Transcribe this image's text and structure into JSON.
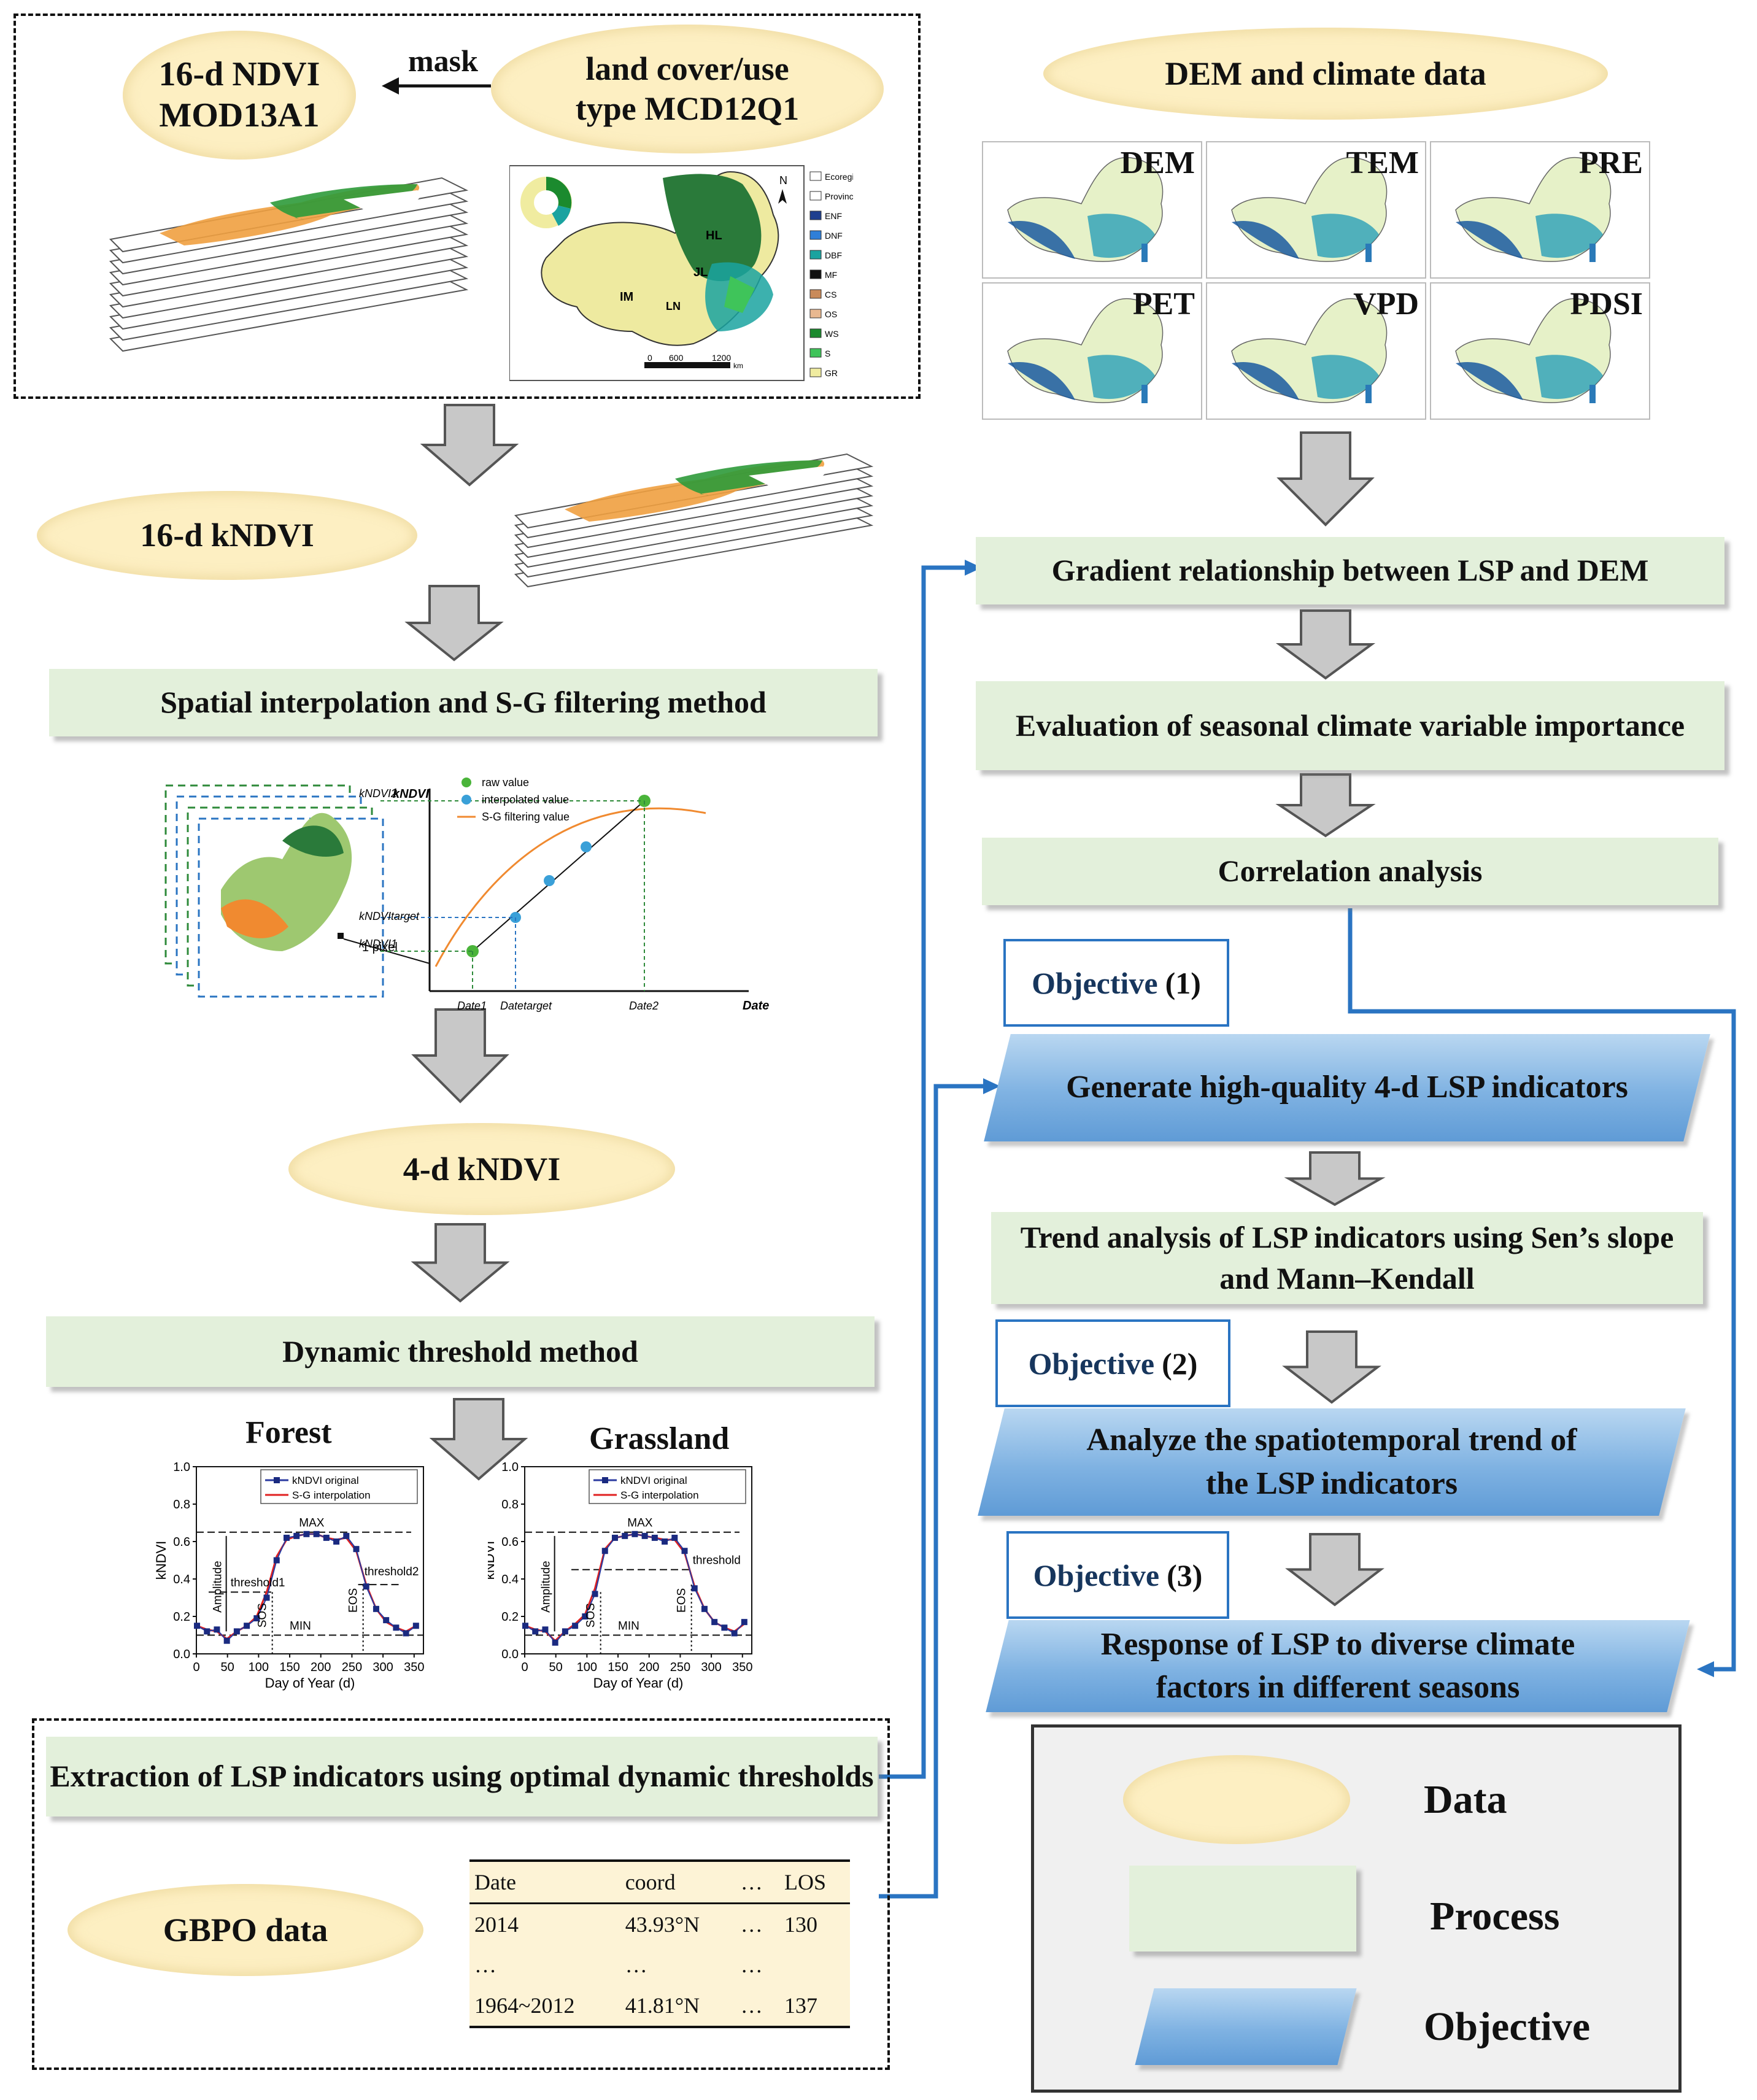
{
  "data_nodes": {
    "ndvi": "16-d NDVI\nMOD13A1",
    "landcover": "land cover/use\ntype MCD12Q1",
    "mask": "mask",
    "dem_climate": "DEM and climate data",
    "kndvi16": "16-d kNDVI",
    "kndvi4": "4-d kNDVI",
    "gbpo": "GBPO data"
  },
  "process_nodes": {
    "interp": "Spatial interpolation and S-G filtering method",
    "dynamic": "Dynamic threshold method",
    "extract": "Extraction of LSP indicators using optimal dynamic thresholds",
    "gradient": "Gradient relationship between LSP and DEM",
    "importance": "Evaluation of seasonal climate variable importance",
    "correlation": "Correlation analysis",
    "trend": "Trend analysis of LSP indicators using Sen’s slope and Mann–Kendall"
  },
  "objective_nodes": {
    "obj1_label": "Objective",
    "obj1_num": "(1)",
    "obj1": "Generate high-quality 4-d LSP indicators",
    "obj2_label": "Objective",
    "obj2_num": "(2)",
    "obj2": "Analyze the spatiotemporal trend of the LSP indicators",
    "obj3_label": "Objective",
    "obj3_num": "(3)",
    "obj3": "Response of LSP to diverse climate factors in different seasons"
  },
  "climate_maps": [
    "DEM",
    "TEM",
    "PRE",
    "PET",
    "VPD",
    "PDSI"
  ],
  "landcover_legend": [
    "Ecoregion",
    "Province",
    "ENF",
    "DNF",
    "DBF",
    "MF",
    "CS",
    "OS",
    "WS",
    "S",
    "GR"
  ],
  "landcover_colors": [
    "#ffffff",
    "#ffffff",
    "#1f3f8f",
    "#2f7fd8",
    "#1aa3a0",
    "#111111",
    "#c98a5a",
    "#e8b890",
    "#1b8a2e",
    "#3fc45a",
    "#f0eca0"
  ],
  "region_labels": [
    "HL",
    "JL",
    "LN",
    "IM"
  ],
  "map_scale": [
    "0",
    "600",
    "1200",
    "km"
  ],
  "sg_diagram": {
    "ylabel": "kNDVI",
    "y_ticks": [
      "kNDVI2",
      "kNDVItarget",
      "kNDVI1"
    ],
    "x_ticks": [
      "Date1",
      "Datetarget",
      "Date2"
    ],
    "xlabel": "Date",
    "pixel_label": "1 pixel",
    "legend": [
      "raw value",
      "interpolated value",
      "S-G filtering value"
    ]
  },
  "phenology_charts": {
    "forest_title": "Forest",
    "grassland_title": "Grassland",
    "ylabel": "kNDVI",
    "xlabel": "Day of Year (d)",
    "legend": [
      "kNDVI original",
      "S-G interpolation"
    ],
    "forest_annotations": [
      "MAX",
      "MIN",
      "SOS",
      "EOS",
      "Amplitude",
      "threshold1",
      "threshold2"
    ],
    "grassland_annotations": [
      "MAX",
      "MIN",
      "SOS",
      "EOS",
      "Amplitude",
      "threshold"
    ],
    "x_tick_labels": [
      "0",
      "50",
      "100",
      "150",
      "200",
      "250",
      "300",
      "350"
    ],
    "y_tick_labels": [
      "0.0",
      "0.2",
      "0.4",
      "0.6",
      "0.8",
      "1.0"
    ]
  },
  "chart_data": [
    {
      "type": "line",
      "title": "Forest",
      "xlabel": "Day of Year (d)",
      "ylabel": "kNDVI",
      "xlim": [
        0,
        365
      ],
      "ylim": [
        0,
        1
      ],
      "series": [
        {
          "name": "kNDVI original",
          "x": [
            1,
            17,
            33,
            49,
            65,
            81,
            97,
            113,
            129,
            145,
            161,
            177,
            193,
            209,
            225,
            241,
            257,
            273,
            289,
            305,
            321,
            337,
            353
          ],
          "values": [
            0.15,
            0.12,
            0.13,
            0.07,
            0.12,
            0.15,
            0.19,
            0.3,
            0.5,
            0.62,
            0.63,
            0.64,
            0.64,
            0.62,
            0.6,
            0.63,
            0.56,
            0.36,
            0.24,
            0.18,
            0.14,
            0.11,
            0.15
          ]
        },
        {
          "name": "S-G interpolation",
          "x": [
            1,
            17,
            33,
            49,
            65,
            81,
            97,
            113,
            129,
            145,
            161,
            177,
            193,
            209,
            225,
            241,
            257,
            273,
            289,
            305,
            321,
            337,
            353
          ],
          "values": [
            0.15,
            0.13,
            0.12,
            0.08,
            0.12,
            0.15,
            0.2,
            0.33,
            0.52,
            0.61,
            0.63,
            0.64,
            0.64,
            0.62,
            0.61,
            0.62,
            0.55,
            0.37,
            0.24,
            0.17,
            0.14,
            0.12,
            0.15
          ]
        }
      ]
    },
    {
      "type": "line",
      "title": "Grassland",
      "xlabel": "Day of Year (d)",
      "ylabel": "kNDVI",
      "xlim": [
        0,
        365
      ],
      "ylim": [
        0,
        1
      ],
      "series": [
        {
          "name": "kNDVI original",
          "x": [
            1,
            17,
            33,
            49,
            65,
            81,
            97,
            113,
            129,
            145,
            161,
            177,
            193,
            209,
            225,
            241,
            257,
            273,
            289,
            305,
            321,
            337,
            353
          ],
          "values": [
            0.15,
            0.12,
            0.13,
            0.06,
            0.12,
            0.15,
            0.2,
            0.32,
            0.55,
            0.62,
            0.63,
            0.64,
            0.63,
            0.62,
            0.6,
            0.62,
            0.55,
            0.35,
            0.24,
            0.17,
            0.14,
            0.11,
            0.17
          ]
        },
        {
          "name": "S-G interpolation",
          "x": [
            1,
            17,
            33,
            49,
            65,
            81,
            97,
            113,
            129,
            145,
            161,
            177,
            193,
            209,
            225,
            241,
            257,
            273,
            289,
            305,
            321,
            337,
            353
          ],
          "values": [
            0.15,
            0.13,
            0.12,
            0.07,
            0.12,
            0.16,
            0.21,
            0.35,
            0.56,
            0.62,
            0.63,
            0.64,
            0.63,
            0.62,
            0.61,
            0.61,
            0.54,
            0.36,
            0.24,
            0.17,
            0.14,
            0.12,
            0.16
          ]
        }
      ]
    }
  ],
  "gbpo_table": {
    "header": [
      "Date",
      "coord",
      "…",
      "LOS"
    ],
    "rows": [
      [
        "2014",
        "43.93°N",
        "…",
        "130"
      ],
      [
        "…",
        "…",
        "…",
        ""
      ],
      [
        "1964~2012",
        "41.81°N",
        "…",
        "137"
      ]
    ]
  },
  "legend": {
    "data": "Data",
    "process": "Process",
    "objective": "Objective"
  },
  "colors": {
    "data": "#fdefc2",
    "process": "#e3f0db",
    "objective": "#7fb2e2",
    "connector": "#2a74c2",
    "arrow": "#c8c8c8"
  }
}
